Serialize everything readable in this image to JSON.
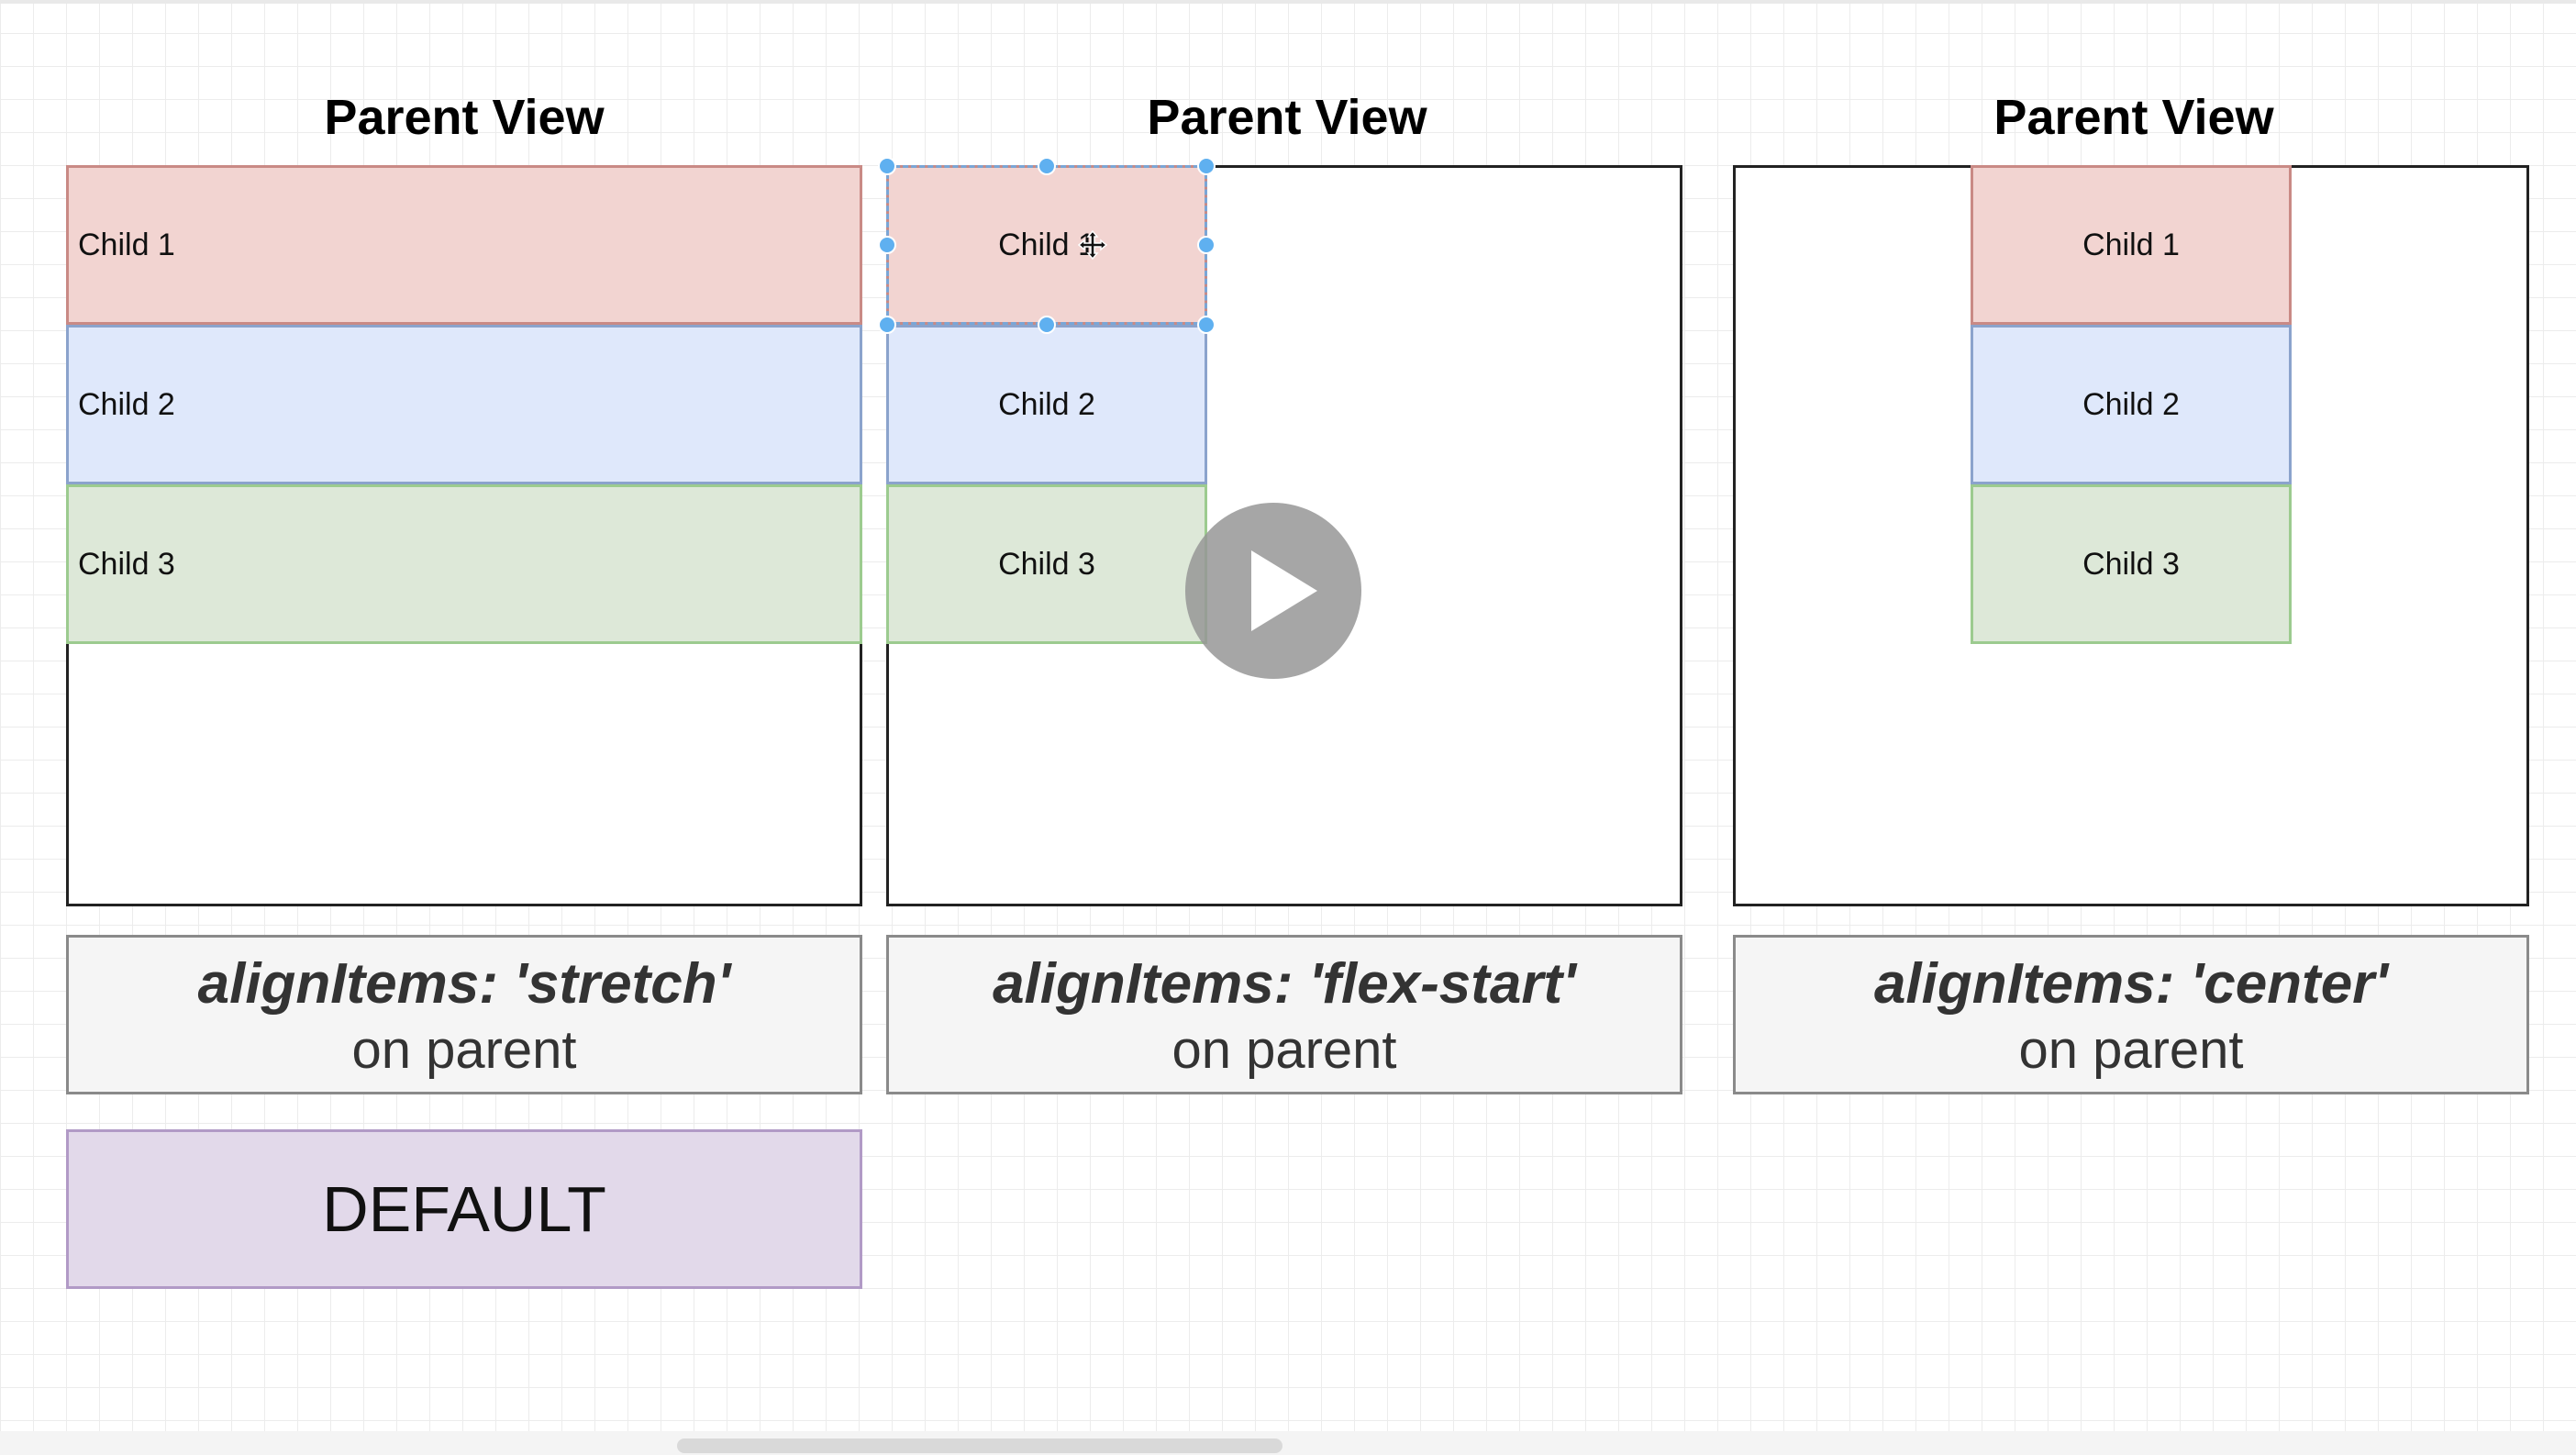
{
  "panels": [
    {
      "title": "Parent View",
      "children": [
        "Child 1",
        "Child 2",
        "Child 3"
      ],
      "caption_code": "alignItems: 'stretch'",
      "caption_sub": "on parent"
    },
    {
      "title": "Parent View",
      "children": [
        "Child 1",
        "Child 2",
        "Child 3"
      ],
      "caption_code": "alignItems: 'flex-start'",
      "caption_sub": "on parent"
    },
    {
      "title": "Parent View",
      "children": [
        "Child 1",
        "Child 2",
        "Child 3"
      ],
      "caption_code": "alignItems: 'center'",
      "caption_sub": "on parent"
    }
  ],
  "default_label": "DEFAULT",
  "icons": {
    "play": "play-icon",
    "move": "move-cursor-icon"
  },
  "colors": {
    "child1_fill": "#f2d4d1",
    "child2_fill": "#dfe8fb",
    "child3_fill": "#dde8d8",
    "default_fill": "#e2d9ea",
    "selection": "#5fb0f0"
  }
}
